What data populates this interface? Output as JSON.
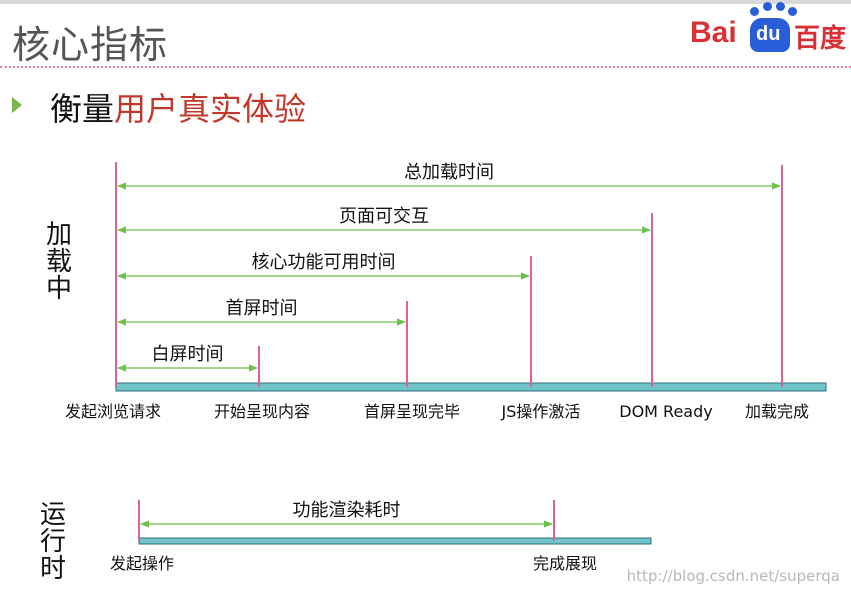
{
  "slide": {
    "title": "核心指标",
    "subtitle_plain": "衡量",
    "subtitle_accent": "用户真实体验"
  },
  "logo": {
    "bai": "Bai",
    "du": "du",
    "cn": "百度"
  },
  "loading": {
    "section_label": [
      "加",
      "载",
      "中"
    ],
    "milestones": [
      {
        "label": "发起浏览请求"
      },
      {
        "label": "开始呈现内容"
      },
      {
        "label": "首屏呈现完毕"
      },
      {
        "label": "JS操作激活"
      },
      {
        "label": "DOM Ready"
      },
      {
        "label": "加载完成"
      }
    ],
    "spans": [
      {
        "label": "总加载时间",
        "end": 5
      },
      {
        "label": "页面可交互",
        "end": 4
      },
      {
        "label": "核心功能可用时间",
        "end": 3
      },
      {
        "label": "首屏时间",
        "end": 2
      },
      {
        "label": "白屏时间",
        "end": 1
      }
    ]
  },
  "runtime": {
    "section_label": [
      "运",
      "行",
      "时"
    ],
    "milestones": [
      {
        "label": "发起操作"
      },
      {
        "label": "完成展现"
      }
    ],
    "spans": [
      {
        "label": "功能渲染耗时",
        "end": 1
      }
    ]
  },
  "watermark": "http://blog.csdn.net/superqa",
  "colors": {
    "timeline_fill": "#6fc3c9",
    "timeline_stroke": "#2f6f7a",
    "marker": "#e0609a",
    "arrow": "#6cc24a",
    "title_accent": "#c0392b",
    "logo_red": "#d93035",
    "logo_blue": "#2a5dd8"
  }
}
